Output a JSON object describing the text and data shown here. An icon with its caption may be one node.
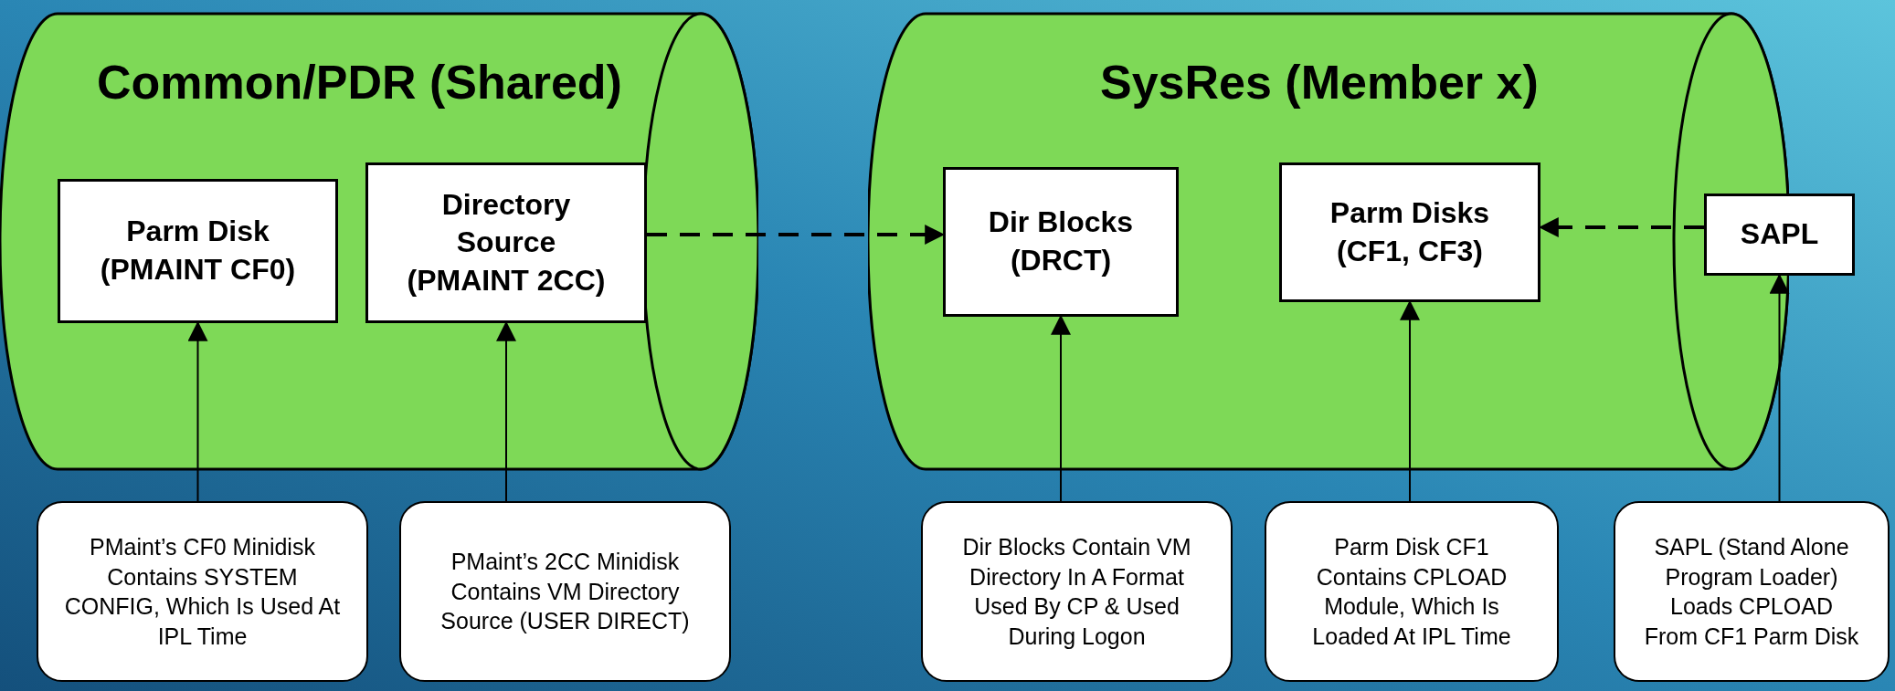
{
  "diagram": {
    "nodes": [
      {
        "text": [
          "Common/PDR (Shared)"
        ]
      },
      {
        "text": [
          "Parm Disk (PMAINT CF0)"
        ],
        "in": 0
      },
      {
        "text": [
          "Directory Source (PMAINT 2CC)"
        ],
        "in": 0
      },
      {
        "text": [
          "SysRes (Member x)"
        ]
      },
      {
        "text": [
          "Dir Blocks (DRCT)"
        ],
        "in": 3
      },
      {
        "text": [
          "Parm Disks (CF1, CF3)"
        ],
        "in": 3
      },
      {
        "text": [
          "SAPL"
        ]
      },
      {
        "text": [
          "PMaint’s CF0 Minidisk Contains SYSTEM CONFIG, Which Is Used At IPL Time"
        ]
      },
      {
        "text": [
          "PMaint’s 2CC Minidisk Contains VM Directory Source (USER DIRECT)"
        ]
      },
      {
        "text": [
          "Dir Blocks Contain VM Directory In A Format Used By CP & Used During Logon"
        ]
      },
      {
        "text": [
          "Parm Disk CF1 Contains CPLOAD Module, Which Is Loaded At IPL Time"
        ]
      },
      {
        "text": [
          "SAPL (Stand Alone Program Loader) Loads CPLOAD From CF1 Parm Disk"
        ]
      }
    ],
    "edges": [
      {
        "from": 7,
        "to": 1,
        "arrow": "to"
      },
      {
        "from": 8,
        "to": 2,
        "arrow": "to"
      },
      {
        "from": 9,
        "to": 4,
        "arrow": "to"
      },
      {
        "from": 10,
        "to": 5,
        "arrow": "to"
      },
      {
        "from": 11,
        "to": 6,
        "arrow": "to"
      },
      {
        "from": 2,
        "to": 4,
        "arrow": "to",
        "style": "dashed"
      },
      {
        "from": 6,
        "to": 5,
        "arrow": "to",
        "style": "dashed"
      }
    ]
  }
}
